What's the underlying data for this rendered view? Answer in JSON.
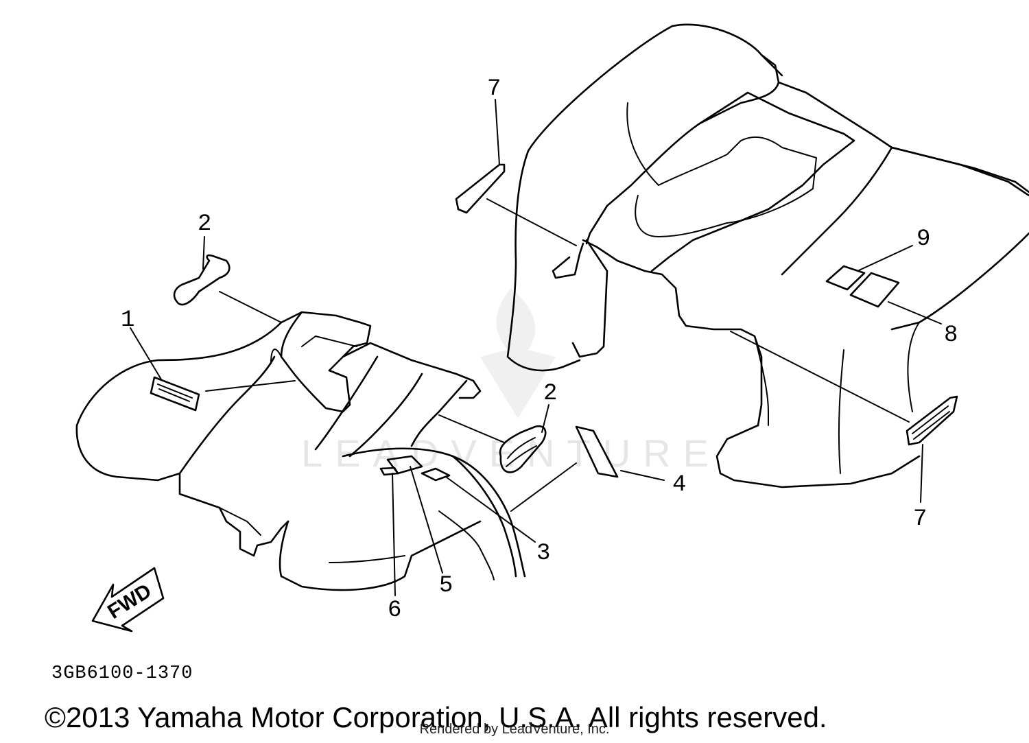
{
  "watermark": "LEADVENTURE",
  "callouts": [
    {
      "id": "c1",
      "label": "1"
    },
    {
      "id": "c2a",
      "label": "2"
    },
    {
      "id": "c2b",
      "label": "2"
    },
    {
      "id": "c3",
      "label": "3"
    },
    {
      "id": "c4",
      "label": "4"
    },
    {
      "id": "c5",
      "label": "5"
    },
    {
      "id": "c6",
      "label": "6"
    },
    {
      "id": "c7a",
      "label": "7"
    },
    {
      "id": "c7b",
      "label": "7"
    },
    {
      "id": "c8",
      "label": "8"
    },
    {
      "id": "c9",
      "label": "9"
    }
  ],
  "fwd_arrow": {
    "label": "FWD"
  },
  "part_number": "3GB6100-1370",
  "copyright": "©2013 Yamaha Motor Corporation, U.S.A. All rights reserved.",
  "rendered_by": "Rendered by LeadVenture, Inc."
}
